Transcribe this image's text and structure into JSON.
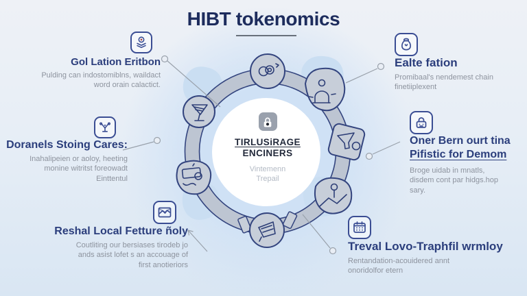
{
  "title": "HIBT tokenomics",
  "center": {
    "icon": "lock-icon",
    "name_line1": "TIRLUSiRAGE",
    "name_line2": "ENCINERS",
    "subtitle_line1": "Vintemenn",
    "subtitle_line2": "Trepail"
  },
  "sections": {
    "top_left": {
      "icon": "award-stack-icon",
      "heading": "Gol Lation Eritbon",
      "body": "Pulding can indostomiblns, waildact word orain calactict."
    },
    "mid_left": {
      "icon": "trophy-icon",
      "heading": "Doranels Stoing Cares:",
      "body": "Inahalipeien or aoloy, heeting monine witritst foreowadt Einttentul"
    },
    "bottom_left": {
      "icon": "mail-chart-icon",
      "heading": "Reshal Local Fetture ñoly",
      "body": "Coutliting our bersiases tirodeb jo ands asist lofet s an accouage of first anotieriors"
    },
    "top_right": {
      "icon": "money-bag-icon",
      "heading": "Ealte fation",
      "body": "Promibaal's nendemest chain finetiiplexent"
    },
    "mid_right": {
      "icon": "lock-face-icon",
      "heading_line1": "Oner Bern ourt tina",
      "heading_line2": "Pifistic for Demom",
      "body": "Broge uidab in mnatls, disdem cont par hidgs.hop sary."
    },
    "bottom_right": {
      "icon": "calendar-icon",
      "heading": "Treval Lovo-Traphfil wrmloy",
      "body": "Rentandation-acouidered annt onoridolfor etern"
    }
  },
  "ring": {
    "nodes": [
      {
        "position": "top",
        "icon": "coins-icon"
      },
      {
        "position": "top-right",
        "icon": "lock-person-icon"
      },
      {
        "position": "right",
        "icon": "funnel-icon"
      },
      {
        "position": "bottom-right",
        "icon": "person-chart-icon"
      },
      {
        "position": "bottom",
        "icon": "megaphone-icon"
      },
      {
        "position": "left",
        "icon": "banknote-icon"
      },
      {
        "position": "top-left",
        "icon": "whisk-icon"
      }
    ]
  },
  "colors": {
    "title": "#1d2c5d",
    "heading": "#2b3e7c",
    "body_text": "#8d939e",
    "ring_band": "#bdc5d2",
    "ring_outline": "#33447e",
    "node_fill": "#c7ced9",
    "connector": "#99a1ab",
    "center_icon_bg": "#9aa1ad",
    "background_top": "#eef1f6",
    "background_bottom": "#d9e6f3"
  }
}
